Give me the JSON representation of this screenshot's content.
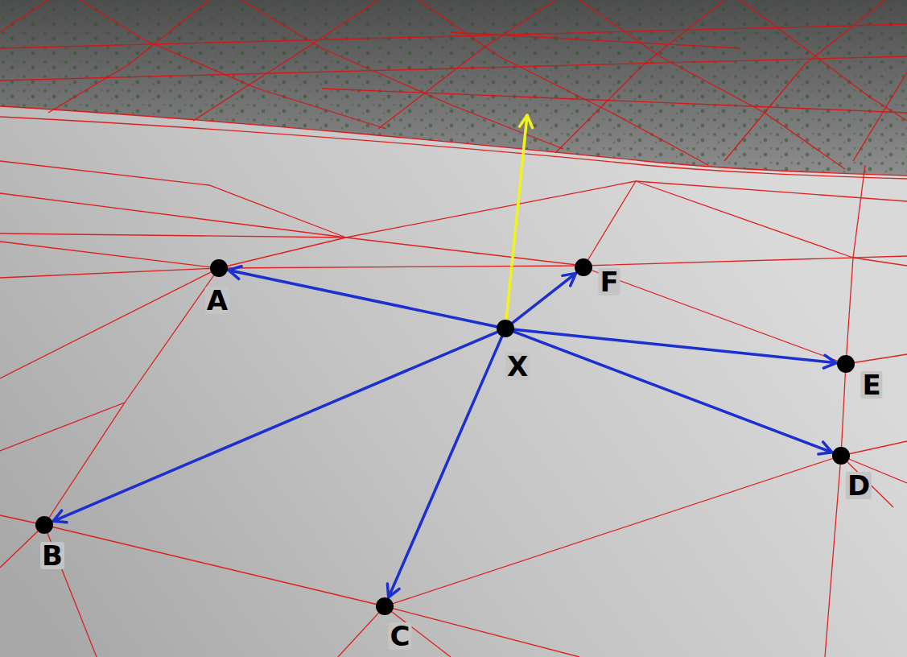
{
  "diagram": {
    "nodes": [
      {
        "text": [
          "A"
        ]
      },
      {
        "text": [
          "F"
        ]
      },
      {
        "text": [
          "X"
        ]
      },
      {
        "text": [
          "E"
        ]
      },
      {
        "text": [
          "D"
        ]
      },
      {
        "text": [
          "B"
        ]
      },
      {
        "text": [
          "C"
        ]
      }
    ],
    "edges": [
      {
        "from": 2,
        "to": 0,
        "arrow": "to"
      },
      {
        "from": 2,
        "to": 1,
        "arrow": "to"
      },
      {
        "from": 2,
        "to": 3,
        "arrow": "to"
      },
      {
        "from": 2,
        "to": 4,
        "arrow": "to"
      },
      {
        "from": 2,
        "to": 6,
        "arrow": "to"
      },
      {
        "from": 2,
        "to": 5,
        "arrow": "to"
      }
    ]
  }
}
